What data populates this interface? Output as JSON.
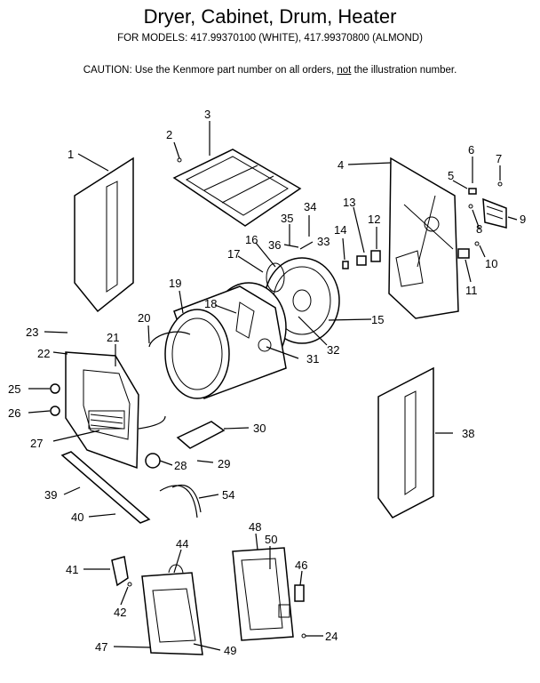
{
  "header": {
    "title": "Dryer, Cabinet, Drum, Heater",
    "subtitle": "FOR MODELS: 417.99370100 (WHITE), 417.99370800 (ALMOND)",
    "caution_prefix": "CAUTION:  Use the Kenmore part number on all orders, ",
    "caution_not": "not",
    "caution_suffix": " the illustration number."
  },
  "callouts": [
    "1",
    "2",
    "3",
    "4",
    "5",
    "6",
    "7",
    "8",
    "9",
    "10",
    "11",
    "12",
    "13",
    "14",
    "15",
    "16",
    "17",
    "18",
    "19",
    "20",
    "21",
    "22",
    "23",
    "24",
    "25",
    "26",
    "27",
    "28",
    "29",
    "30",
    "31",
    "32",
    "33",
    "34",
    "35",
    "36",
    "38",
    "39",
    "40",
    "41",
    "42",
    "44",
    "46",
    "47",
    "48",
    "49",
    "50",
    "54"
  ]
}
